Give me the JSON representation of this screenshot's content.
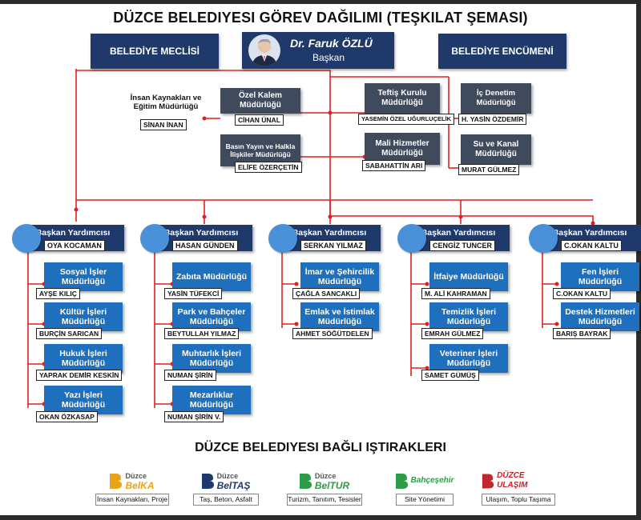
{
  "title": "DÜZCE BELEDIYESI GÖREV DAĞILIMI (TEŞKILAT ŞEMASI)",
  "top": {
    "council": "BELEDİYE MECLİSİ",
    "committee": "BELEDİYE ENCÜMENİ",
    "head_name": "Dr. Faruk ÖZLÜ",
    "head_role": "Başkan"
  },
  "units": {
    "hr": {
      "title": "İnsan Kaynakları ve Eğitim Müdürlüğü",
      "person": "SİNAN İNAN"
    },
    "private": {
      "title": "Özel Kalem Müdürlüğü",
      "person": "CİHAN ÜNAL"
    },
    "press": {
      "title": "Basın Yayın ve Halkla İlişkiler Müdürlüğü",
      "person": "ELİFE ÖZERÇETİN"
    },
    "inspection": {
      "title": "Teftiş Kurulu Müdürlüğü",
      "person": "YASEMİN ÖZEL UĞURLUÇELİK"
    },
    "finance": {
      "title": "Mali Hizmetler Müdürlüğü",
      "person": "SABAHATTİN ARI"
    },
    "internal_audit": {
      "title": "İç Denetim Müdürlüğü",
      "person": "H. YASİN ÖZDEMİR"
    },
    "water": {
      "title": "Su ve Kanal Müdürlüğü",
      "person": "MURAT GÜLMEZ"
    }
  },
  "deputies": [
    {
      "title": "Başkan Yardımcısı",
      "name": "OYA KOCAMAN",
      "dirs": [
        {
          "title": "Sosyal İşler Müdürlüğü",
          "person": "AYŞE KILIÇ"
        },
        {
          "title": "Kültür İşleri Müdürlüğü",
          "person": "BURÇİN SARICAN"
        },
        {
          "title": "Hukuk İşleri Müdürlüğü",
          "person": "YAPRAK DEMİR KESKİN"
        },
        {
          "title": "Yazı İşleri Müdürlüğü",
          "person": "OKAN ÖZKASAP"
        }
      ]
    },
    {
      "title": "Başkan Yardımcısı",
      "name": "HASAN GÜNDEN",
      "dirs": [
        {
          "title": "Zabıta Müdürlüğü",
          "person": "YASİN TÜFEKCİ"
        },
        {
          "title": "Park ve Bahçeler Müdürlüğü",
          "person": "BEYTULLAH YILMAZ"
        },
        {
          "title": "Muhtarlık İşleri Müdürlüğü",
          "person": "NUMAN ŞİRİN"
        },
        {
          "title": "Mezarlıklar Müdürlüğü",
          "person": "NUMAN ŞİRİN V."
        }
      ]
    },
    {
      "title": "Başkan Yardımcısı",
      "name": "SERKAN YILMAZ",
      "dirs": [
        {
          "title": "İmar ve Şehircilik Müdürlüğü",
          "person": "ÇAĞLA SANCAKLI"
        },
        {
          "title": "Emlak ve İstimlak Müdürlüğü",
          "person": "AHMET SÖĞÜTDELEN"
        }
      ]
    },
    {
      "title": "Başkan Yardımcısı",
      "name": "CENGİZ TUNCER",
      "dirs": [
        {
          "title": "İtfaiye Müdürlüğü",
          "person": "M. ALİ KAHRAMAN"
        },
        {
          "title": "Temizlik İşleri Müdürlüğü",
          "person": "EMRAH GÜLMEZ"
        },
        {
          "title": "Veteriner İşleri Müdürlüğü",
          "person": "SAMET GÜMÜŞ"
        }
      ]
    },
    {
      "title": "Başkan Yardımcısı",
      "name": "C.OKAN KALTU",
      "dirs": [
        {
          "title": "Fen İşleri Müdürlüğü",
          "person": "C.OKAN KALTU"
        },
        {
          "title": "Destek Hizmetleri Müdürlüğü",
          "person": "BARIŞ BAYRAK"
        }
      ]
    }
  ],
  "affiliates_title": "DÜZCE BELEDIYESI BAĞLI IŞTIRAKLERI",
  "affiliates": [
    {
      "logo_top": "Düzce",
      "logo_main": "BelKA",
      "caption": "İnsan Kaynakları, Proje",
      "color": "#e8a317"
    },
    {
      "logo_top": "Düzce",
      "logo_main": "BelTAŞ",
      "caption": "Taş, Beton, Asfalt",
      "color": "#1f3a6a"
    },
    {
      "logo_top": "Düzce",
      "logo_main": "BelTUR",
      "caption": "Turizm, Tanıtım, Tesisler",
      "color": "#2e9b48"
    },
    {
      "logo_top": "",
      "logo_main": "Bahçeşehir",
      "caption": "Site Yönetimi",
      "color": "#2e9b48"
    },
    {
      "logo_top": "",
      "logo_main": "DÜZCE ULAŞIM",
      "caption": "Ulaşım, Toplu Taşıma",
      "color": "#c0262c"
    }
  ],
  "colors": {
    "line": "#e02020",
    "navy": "#1f3a6a",
    "slate": "#3f4a5c",
    "blue": "#1e6fbe",
    "circle": "#4a90d9"
  }
}
